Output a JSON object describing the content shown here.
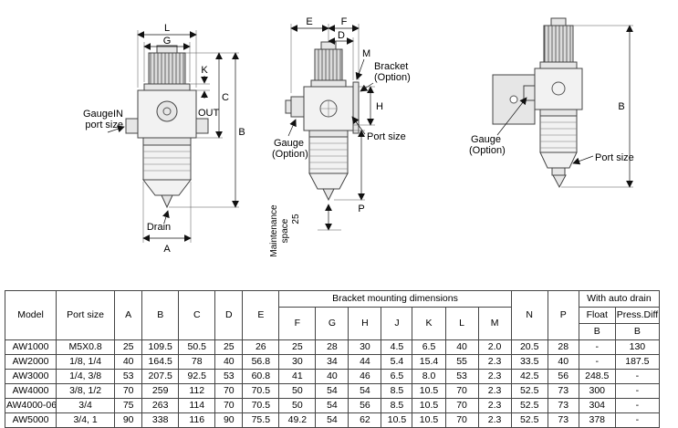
{
  "drawings": {
    "front": {
      "L": "L",
      "G": "G",
      "K": "K",
      "C": "C",
      "B": "B",
      "A": "A",
      "out": "OUT",
      "gauge_in_1": "GaugeIN",
      "gauge_in_2": "port size",
      "drain": "Drain"
    },
    "side": {
      "E": "E",
      "F": "F",
      "D": "D",
      "M": "M",
      "H": "H",
      "P": "P",
      "bracket_1": "Bracket",
      "bracket_2": "(Option)",
      "port": "Port size",
      "gauge_1": "Gauge",
      "gauge_2": "(Option)",
      "maint_1": "Maintenance",
      "maint_2": "space",
      "maint_val": "25"
    },
    "rear": {
      "B": "B",
      "gauge_1": "Gauge",
      "gauge_2": "(Option)",
      "port": "Port size"
    }
  },
  "table": {
    "groups": {
      "bracket": "Bracket mounting dimensions",
      "auto_drain": "With auto drain"
    },
    "headers": {
      "model": "Model",
      "port_size": "Port size",
      "a": "A",
      "b": "B",
      "c": "C",
      "d": "D",
      "e": "E",
      "f": "F",
      "g": "G",
      "h": "H",
      "j": "J",
      "k": "K",
      "l": "L",
      "m": "M",
      "n": "N",
      "p": "P",
      "float": "Float",
      "press_diff": "Press.Diff",
      "float_sub": "B",
      "press_sub": "B"
    },
    "rows": [
      [
        "AW1000",
        "M5X0.8",
        "25",
        "109.5",
        "50.5",
        "25",
        "26",
        "25",
        "28",
        "30",
        "4.5",
        "6.5",
        "40",
        "2.0",
        "20.5",
        "28",
        "-",
        "130"
      ],
      [
        "AW2000",
        "1/8, 1/4",
        "40",
        "164.5",
        "78",
        "40",
        "56.8",
        "30",
        "34",
        "44",
        "5.4",
        "15.4",
        "55",
        "2.3",
        "33.5",
        "40",
        "-",
        "187.5"
      ],
      [
        "AW3000",
        "1/4, 3/8",
        "53",
        "207.5",
        "92.5",
        "53",
        "60.8",
        "41",
        "40",
        "46",
        "6.5",
        "8.0",
        "53",
        "2.3",
        "42.5",
        "56",
        "248.5",
        "-"
      ],
      [
        "AW4000",
        "3/8, 1/2",
        "70",
        "259",
        "112",
        "70",
        "70.5",
        "50",
        "54",
        "54",
        "8.5",
        "10.5",
        "70",
        "2.3",
        "52.5",
        "73",
        "300",
        "-"
      ],
      [
        "AW4000-06",
        "3/4",
        "75",
        "263",
        "114",
        "70",
        "70.5",
        "50",
        "54",
        "56",
        "8.5",
        "10.5",
        "70",
        "2.3",
        "52.5",
        "73",
        "304",
        "-"
      ],
      [
        "AW5000",
        "3/4, 1",
        "90",
        "338",
        "116",
        "90",
        "75.5",
        "49.2",
        "54",
        "62",
        "10.5",
        "10.5",
        "70",
        "2.3",
        "52.5",
        "73",
        "378",
        "-"
      ]
    ]
  }
}
